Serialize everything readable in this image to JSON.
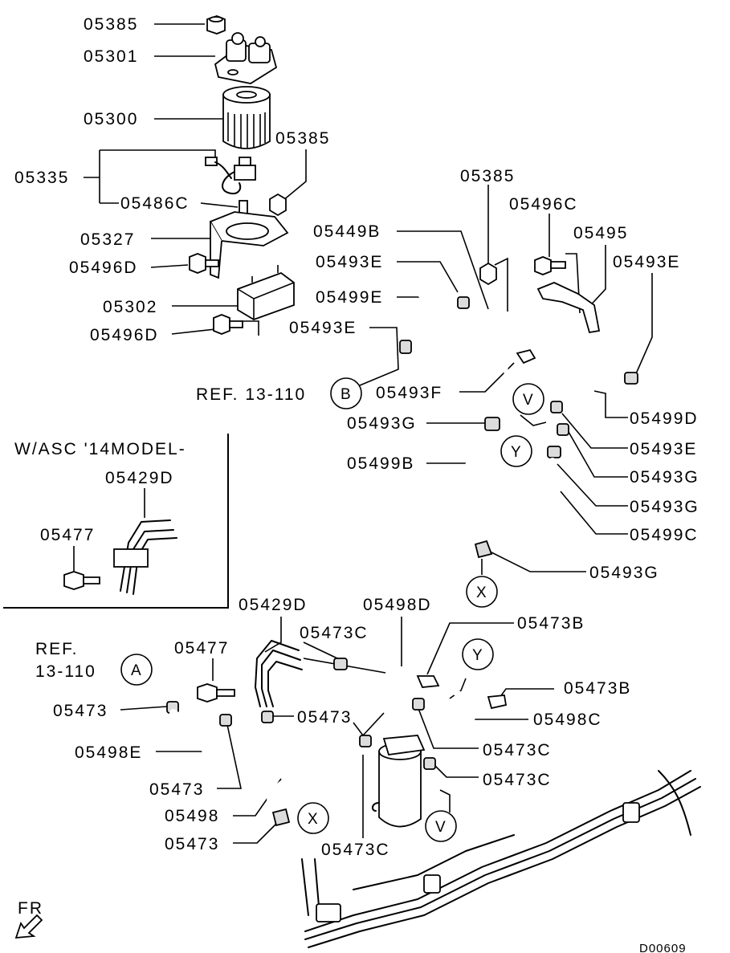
{
  "diagram": {
    "drawing_code": "D00609",
    "direction_label": "FR",
    "inset_title": "W/ASC '14MODEL-",
    "ref_upper": "REF. 13-110",
    "ref_lower_line1": "REF.",
    "ref_lower_line2": "13-110",
    "callouts": {
      "a": "A",
      "b": "B",
      "v_upper": "V",
      "v_lower": "V",
      "x_upper": "X",
      "x_lower": "X",
      "y_upper": "Y",
      "y_lower": "Y"
    },
    "part_labels": {
      "p05385_top": "05385",
      "p05301": "05301",
      "p05300": "05300",
      "p05385_mid": "05385",
      "p05335": "05335",
      "p05486c": "05486C",
      "p05327": "05327",
      "p05496d_upper": "05496D",
      "p05302": "05302",
      "p05496d_lower": "05496D",
      "p05385_right": "05385",
      "p05496c": "05496C",
      "p05495": "05495",
      "p05449b": "05449B",
      "p05493e_a": "05493E",
      "p05493e_right": "05493E",
      "p05499e": "05499E",
      "p05493e_b": "05493E",
      "p05493f": "05493F",
      "p05499d": "05499D",
      "p05493g_a": "05493G",
      "p05493e_c": "05493E",
      "p05499b": "05499B",
      "p05493g_b": "05493G",
      "p05493g_c": "05493G",
      "p05499c": "05499C",
      "p05493g_d": "05493G",
      "p05429d_inset": "05429D",
      "p05477_inset": "05477",
      "p05429d_lower": "05429D",
      "p05498d": "05498D",
      "p05473c_a": "05473C",
      "p05473b_a": "05473B",
      "p05477_lower": "05477",
      "p05473_a": "05473",
      "p05473b_b": "05473B",
      "p05473_b": "05473",
      "p05498c": "05498C",
      "p05498e": "05498E",
      "p05473c_b": "05473C",
      "p05473c_c": "05473C",
      "p05473_c": "05473",
      "p05498": "05498",
      "p05473_d": "05473",
      "p05473c_d": "05473C"
    }
  }
}
